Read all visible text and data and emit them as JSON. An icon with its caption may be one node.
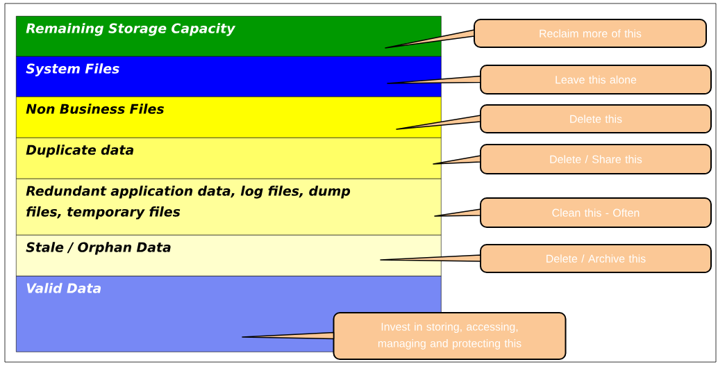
{
  "diagram": {
    "nodes": [
      {
        "text": [
          "Remaining Storage Capacity"
        ]
      },
      {
        "text": [
          "System Files"
        ]
      },
      {
        "text": [
          "Non Business Files"
        ]
      },
      {
        "text": [
          "Duplicate data"
        ]
      },
      {
        "text": [
          "Redundant application data, log files, dump files, temporary files"
        ]
      },
      {
        "text": [
          "Stale / Orphan Data"
        ]
      },
      {
        "text": [
          "Valid Data"
        ]
      },
      {
        "text": [
          "Reclaim more of this"
        ]
      },
      {
        "text": [
          "Leave this alone"
        ]
      },
      {
        "text": [
          "Delete this"
        ]
      },
      {
        "text": [
          "Delete / Share this"
        ]
      },
      {
        "text": [
          "Clean this - Often"
        ]
      },
      {
        "text": [
          "Delete / Archive this"
        ]
      },
      {
        "text": [
          "Invest in storing, accessing, managing and protecting this"
        ]
      }
    ],
    "edges": [
      {
        "from": 7,
        "to": 0,
        "arrow": "none"
      },
      {
        "from": 8,
        "to": 1,
        "arrow": "none"
      },
      {
        "from": 9,
        "to": 2,
        "arrow": "none"
      },
      {
        "from": 10,
        "to": 3,
        "arrow": "none"
      },
      {
        "from": 11,
        "to": 4,
        "arrow": "none"
      },
      {
        "from": 12,
        "to": 5,
        "arrow": "none"
      },
      {
        "from": 13,
        "to": 6,
        "arrow": "none"
      }
    ]
  }
}
